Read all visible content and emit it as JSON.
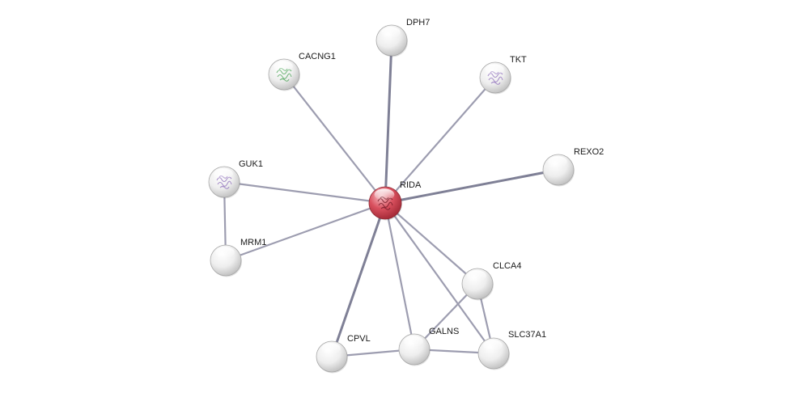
{
  "network": {
    "center": "RIDA",
    "colors": {
      "edge": "#9d9db0",
      "edge_strong": "#7f8096",
      "query_node": "#d9505e",
      "node": "#eeeeee",
      "structure": "#9b7fc2",
      "structure_alt": "#5fae6a"
    },
    "nodes": [
      {
        "id": "RIDA",
        "label": "RIDA",
        "query": true,
        "structure": true
      },
      {
        "id": "DPH7",
        "label": "DPH7",
        "query": false,
        "structure": false
      },
      {
        "id": "CACNG1",
        "label": "CACNG1",
        "query": false,
        "structure": true
      },
      {
        "id": "TKT",
        "label": "TKT",
        "query": false,
        "structure": true
      },
      {
        "id": "REXO2",
        "label": "REXO2",
        "query": false,
        "structure": false
      },
      {
        "id": "GUK1",
        "label": "GUK1",
        "query": false,
        "structure": true
      },
      {
        "id": "MRM1",
        "label": "MRM1",
        "query": false,
        "structure": false
      },
      {
        "id": "CLCA4",
        "label": "CLCA4",
        "query": false,
        "structure": false
      },
      {
        "id": "GALNS",
        "label": "GALNS",
        "query": false,
        "structure": false
      },
      {
        "id": "SLC37A1",
        "label": "SLC37A1",
        "query": false,
        "structure": false
      },
      {
        "id": "CPVL",
        "label": "CPVL",
        "query": false,
        "structure": false
      }
    ],
    "edges": [
      {
        "source": "RIDA",
        "target": "DPH7",
        "strong": true
      },
      {
        "source": "RIDA",
        "target": "CACNG1",
        "strong": false
      },
      {
        "source": "RIDA",
        "target": "TKT",
        "strong": false
      },
      {
        "source": "RIDA",
        "target": "REXO2",
        "strong": true
      },
      {
        "source": "RIDA",
        "target": "GUK1",
        "strong": false
      },
      {
        "source": "RIDA",
        "target": "MRM1",
        "strong": false
      },
      {
        "source": "RIDA",
        "target": "CLCA4",
        "strong": false
      },
      {
        "source": "RIDA",
        "target": "GALNS",
        "strong": false
      },
      {
        "source": "RIDA",
        "target": "SLC37A1",
        "strong": false
      },
      {
        "source": "RIDA",
        "target": "CPVL",
        "strong": true
      },
      {
        "source": "GUK1",
        "target": "MRM1",
        "strong": false
      },
      {
        "source": "CLCA4",
        "target": "GALNS",
        "strong": false
      },
      {
        "source": "CLCA4",
        "target": "SLC37A1",
        "strong": false
      },
      {
        "source": "GALNS",
        "target": "SLC37A1",
        "strong": false
      },
      {
        "source": "GALNS",
        "target": "CPVL",
        "strong": false
      }
    ]
  }
}
